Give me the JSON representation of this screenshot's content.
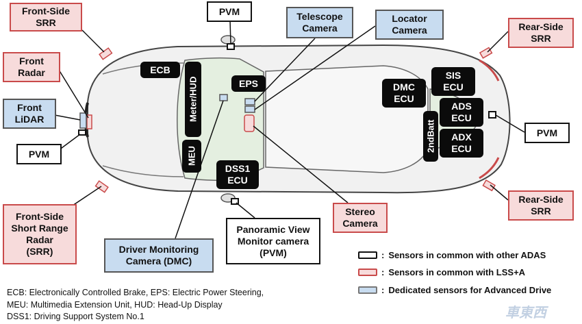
{
  "callouts": {
    "front_side_srr": "Front-Side\nSRR",
    "pvm_top": "PVM",
    "telescope_camera": "Telescope\nCamera",
    "locator_camera": "Locator\nCamera",
    "rear_side_srr_top": "Rear-Side\nSRR",
    "front_radar": "Front\nRadar",
    "front_lidar": "Front\nLiDAR",
    "pvm_left": "PVM",
    "pvm_right": "PVM",
    "rear_side_srr_bottom": "Rear-Side\nSRR",
    "front_side_short_range_radar": "Front-Side\nShort Range\nRadar\n(SRR)",
    "driver_monitoring_camera": "Driver Monitoring\nCamera (DMC)",
    "panoramic_view_monitor": "Panoramic View\nMonitor camera\n(PVM)",
    "stereo_camera": "Stereo\nCamera"
  },
  "ecus": {
    "ecb": "ECB",
    "meter_hud": "Meter/HUD",
    "meu": "MEU",
    "eps": "EPS",
    "dss1_ecu": "DSS1\nECU",
    "dmc_ecu": "DMC\nECU",
    "sis_ecu": "SIS\nECU",
    "ads_ecu": "ADS\nECU",
    "adx_ecu": "ADX\nECU",
    "second_batt": "2ndBatt"
  },
  "legend": {
    "common": "Sensors in common with other ADAS",
    "lss": "Sensors in common with LSS+A",
    "dedicated": "Dedicated sensors for Advanced Drive",
    "separator": ":"
  },
  "footnotes": {
    "line1": "ECB: Electronically Controlled Brake,  EPS: Electric Power Steering,",
    "line2": "MEU: Multimedia Extension Unit,  HUD: Head-Up Display",
    "line3": "DSS1: Driving Support System No.1"
  },
  "watermark": "車東西",
  "colors": {
    "common_border": "#111111",
    "lss_fill": "#f7dbdb",
    "lss_border": "#c94a4a",
    "dedicated_fill": "#c8dcf0",
    "ecu_fill": "#0b0b0b"
  }
}
